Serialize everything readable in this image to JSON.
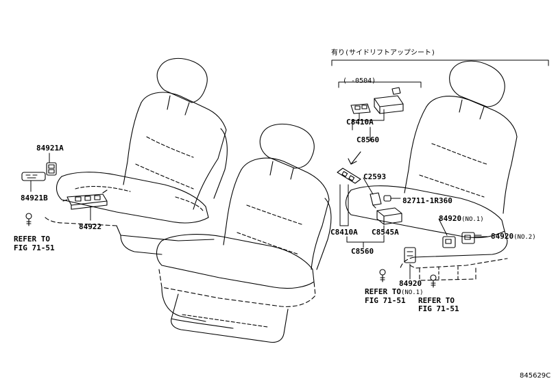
{
  "figure_id": "845629C",
  "option_header": "有り(サイドリフトアップシート)",
  "date_range": "(    -0504)",
  "parts": {
    "p84921A": "84921A",
    "p84921B": "84921B",
    "p84922": "84922",
    "c8410a_top": "C8410A",
    "c8560_top": "C8560",
    "c2593": "C2593",
    "p82711": "82711-1R360",
    "c8410a_bottom": "C8410A",
    "c8545a": "C8545A",
    "c8560_bottom": "C8560",
    "p84920_no1_right": "84920",
    "p84920_no1_right_suffix": "(NO.1)",
    "p84920_no2": "84920",
    "p84920_no2_suffix": "(NO.2)",
    "p84920_no1_bottom": "84920",
    "p84920_no1_bottom_suffix": "(NO.1)"
  },
  "refs": {
    "left_line1": "REFER TO",
    "left_line2": "FIG 71-51",
    "mid_line1": "REFER TO",
    "mid_line2": "FIG 71-51",
    "right_line1": "REFER TO",
    "right_line2": "FIG 71-51"
  }
}
